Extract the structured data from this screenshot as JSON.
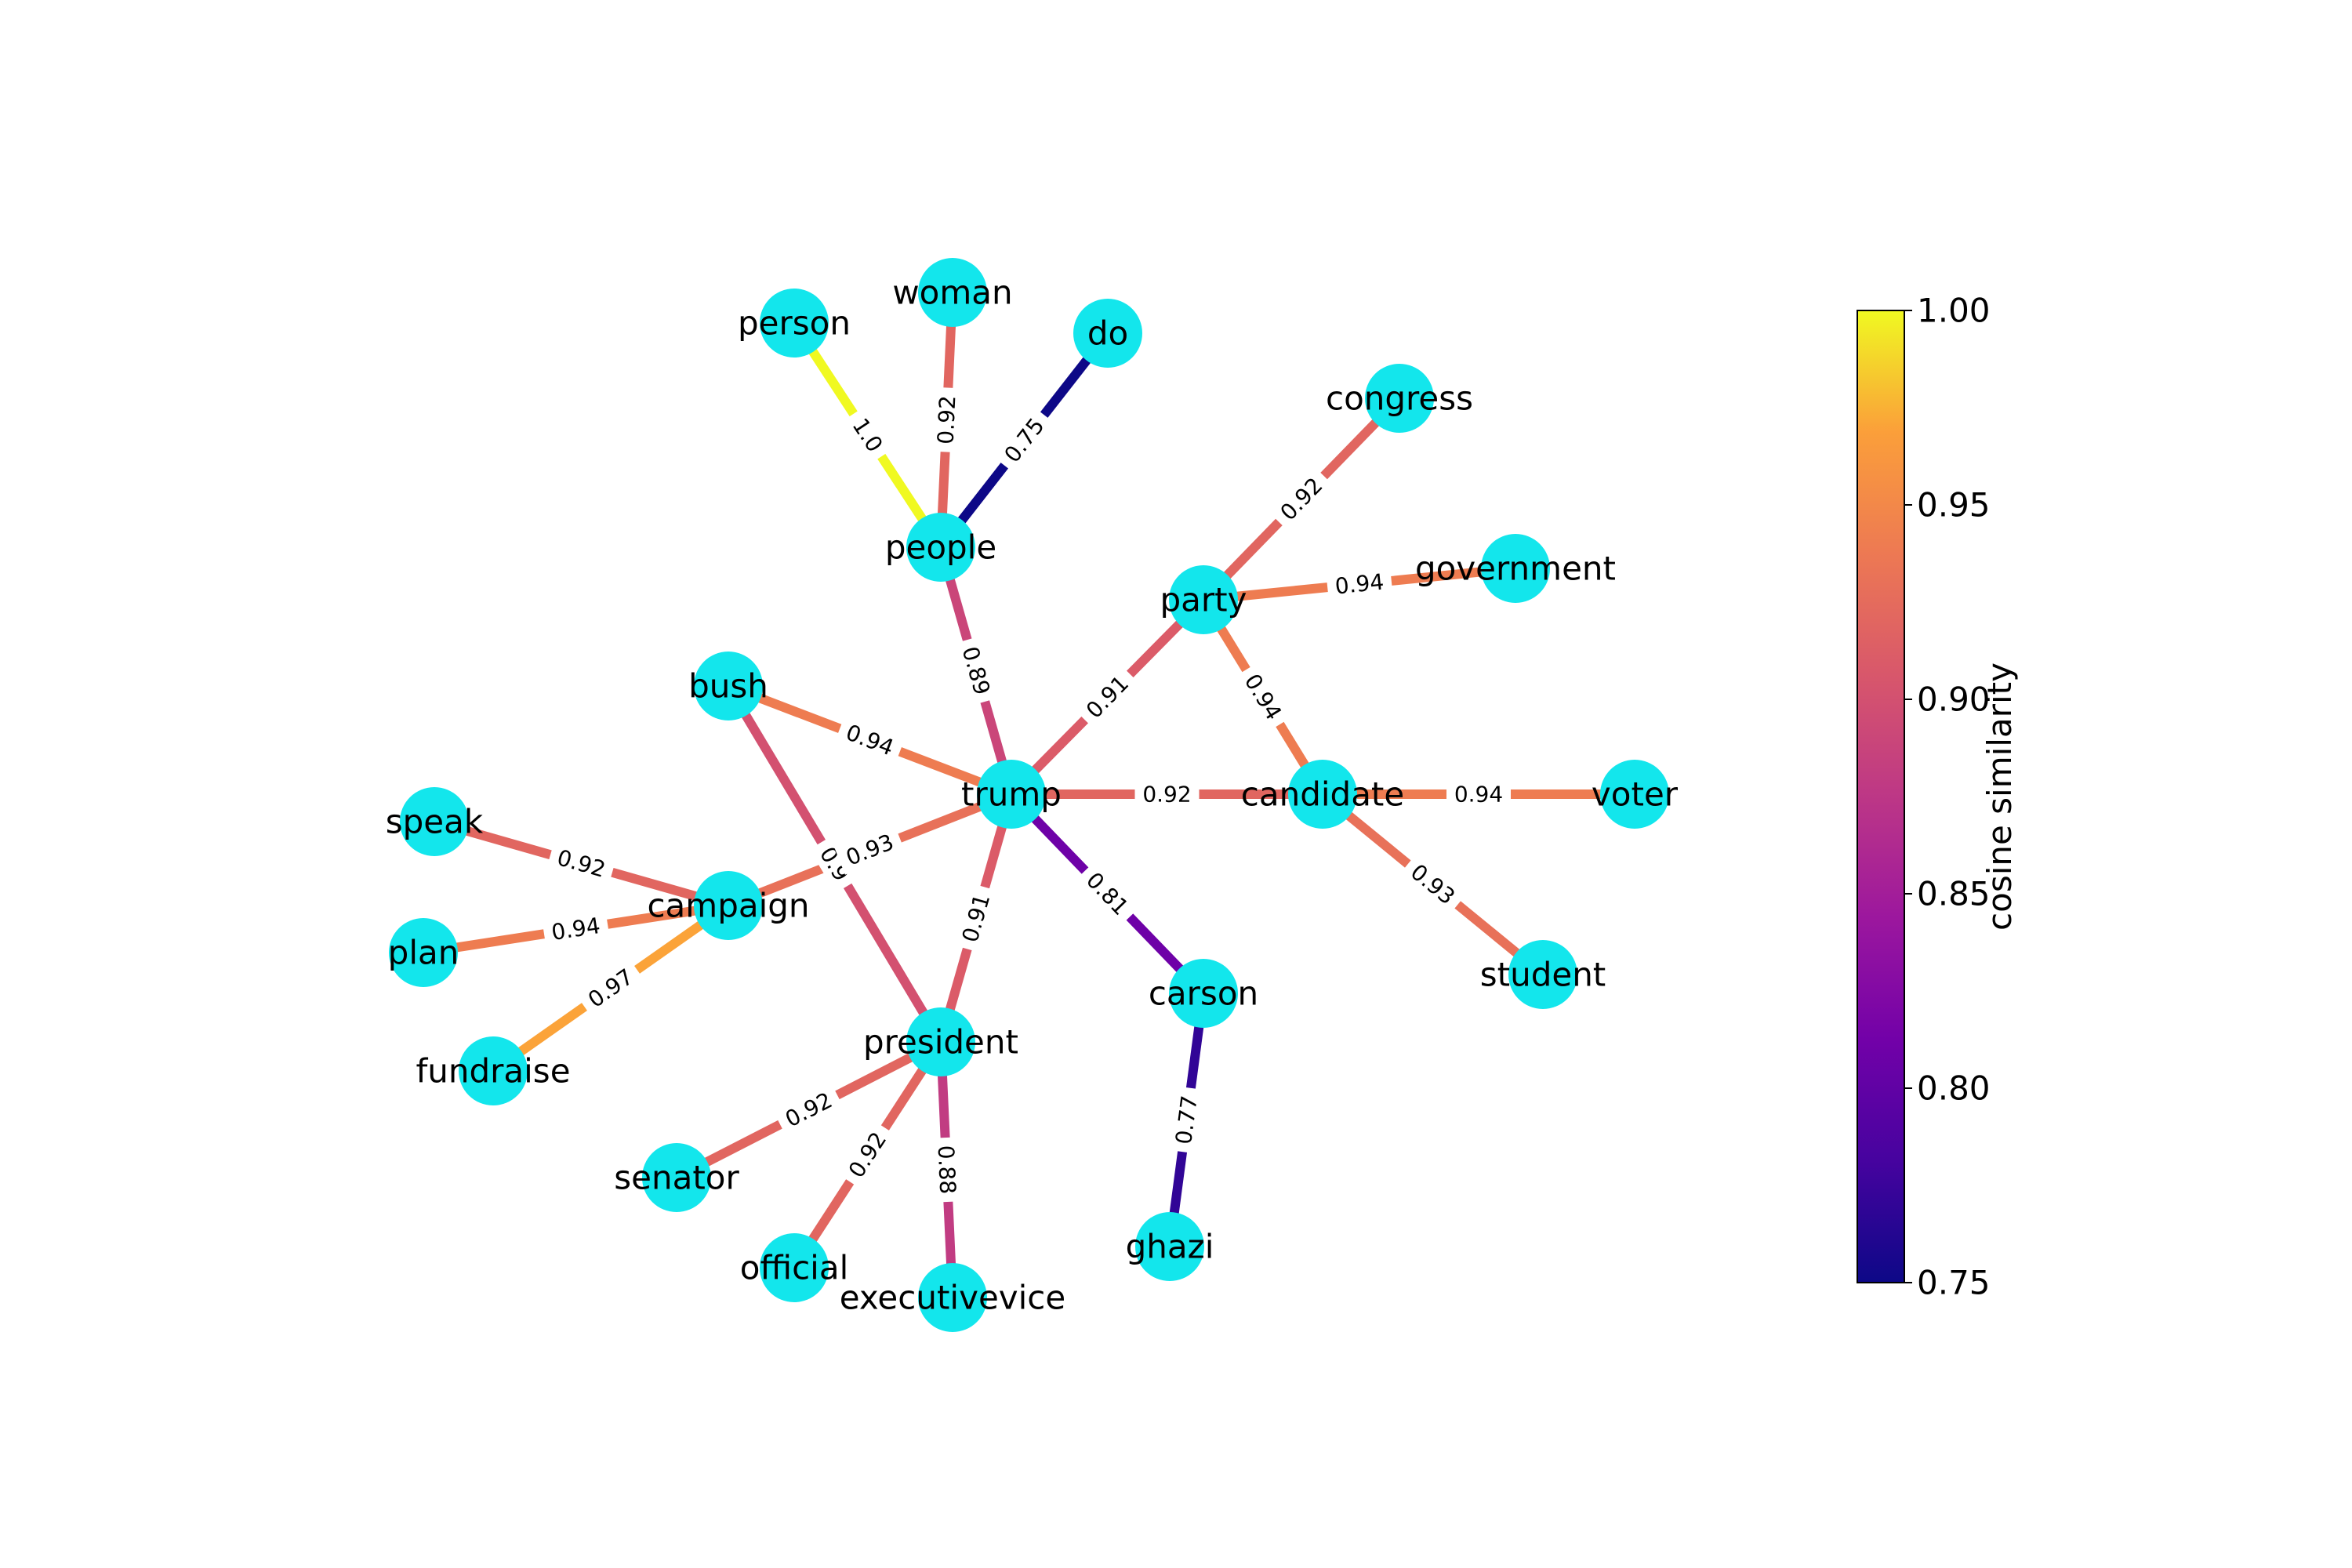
{
  "graph": {
    "node_color": "#13e6ec",
    "nodes": [
      {
        "id": "trump",
        "label": "trump"
      },
      {
        "id": "people",
        "label": "people"
      },
      {
        "id": "person",
        "label": "person"
      },
      {
        "id": "woman",
        "label": "woman"
      },
      {
        "id": "do",
        "label": "do"
      },
      {
        "id": "party",
        "label": "party"
      },
      {
        "id": "congress",
        "label": "congress"
      },
      {
        "id": "government",
        "label": "government"
      },
      {
        "id": "candidate",
        "label": "candidate"
      },
      {
        "id": "voter",
        "label": "voter"
      },
      {
        "id": "student",
        "label": "student"
      },
      {
        "id": "bush",
        "label": "bush"
      },
      {
        "id": "campaign",
        "label": "campaign"
      },
      {
        "id": "speak",
        "label": "speak"
      },
      {
        "id": "plan",
        "label": "plan"
      },
      {
        "id": "fundraise",
        "label": "fundraise"
      },
      {
        "id": "president",
        "label": "president"
      },
      {
        "id": "senator",
        "label": "senator"
      },
      {
        "id": "official",
        "label": "official"
      },
      {
        "id": "executivevice",
        "label": "executivevice"
      },
      {
        "id": "carson",
        "label": "carson"
      },
      {
        "id": "ghazi",
        "label": "ghazi"
      }
    ],
    "edges": [
      {
        "source": "person",
        "target": "people",
        "weight": 1.0,
        "label": "1.0"
      },
      {
        "source": "woman",
        "target": "people",
        "weight": 0.92,
        "label": "0.92"
      },
      {
        "source": "do",
        "target": "people",
        "weight": 0.75,
        "label": "0.75"
      },
      {
        "source": "people",
        "target": "trump",
        "weight": 0.89,
        "label": "0.89"
      },
      {
        "source": "congress",
        "target": "party",
        "weight": 0.92,
        "label": "0.92"
      },
      {
        "source": "party",
        "target": "government",
        "weight": 0.94,
        "label": "0.94"
      },
      {
        "source": "party",
        "target": "candidate",
        "weight": 0.94,
        "label": "0.94"
      },
      {
        "source": "trump",
        "target": "party",
        "weight": 0.91,
        "label": "0.91"
      },
      {
        "source": "trump",
        "target": "candidate",
        "weight": 0.92,
        "label": "0.92"
      },
      {
        "source": "candidate",
        "target": "voter",
        "weight": 0.94,
        "label": "0.94"
      },
      {
        "source": "candidate",
        "target": "student",
        "weight": 0.93,
        "label": "0.93"
      },
      {
        "source": "bush",
        "target": "trump",
        "weight": 0.94,
        "label": "0.94"
      },
      {
        "source": "bush",
        "target": "president",
        "weight": 0.9,
        "label": "0.9"
      },
      {
        "source": "campaign",
        "target": "trump",
        "weight": 0.93,
        "label": "0.93"
      },
      {
        "source": "speak",
        "target": "campaign",
        "weight": 0.92,
        "label": "0.92"
      },
      {
        "source": "plan",
        "target": "campaign",
        "weight": 0.94,
        "label": "0.94"
      },
      {
        "source": "fundraise",
        "target": "campaign",
        "weight": 0.97,
        "label": "0.97"
      },
      {
        "source": "president",
        "target": "trump",
        "weight": 0.91,
        "label": "0.91"
      },
      {
        "source": "senator",
        "target": "president",
        "weight": 0.92,
        "label": "0.92"
      },
      {
        "source": "official",
        "target": "president",
        "weight": 0.92,
        "label": "0.92"
      },
      {
        "source": "president",
        "target": "executivevice",
        "weight": 0.88,
        "label": "0.88"
      },
      {
        "source": "trump",
        "target": "carson",
        "weight": 0.81,
        "label": "0.81"
      },
      {
        "source": "carson",
        "target": "ghazi",
        "weight": 0.77,
        "label": "0.77"
      }
    ]
  },
  "colorbar": {
    "title": "cosine similarity",
    "colormap": "plasma",
    "min": 0.75,
    "max": 1.0,
    "ticks": [
      "0.75",
      "0.80",
      "0.85",
      "0.90",
      "0.95",
      "1.00"
    ]
  }
}
